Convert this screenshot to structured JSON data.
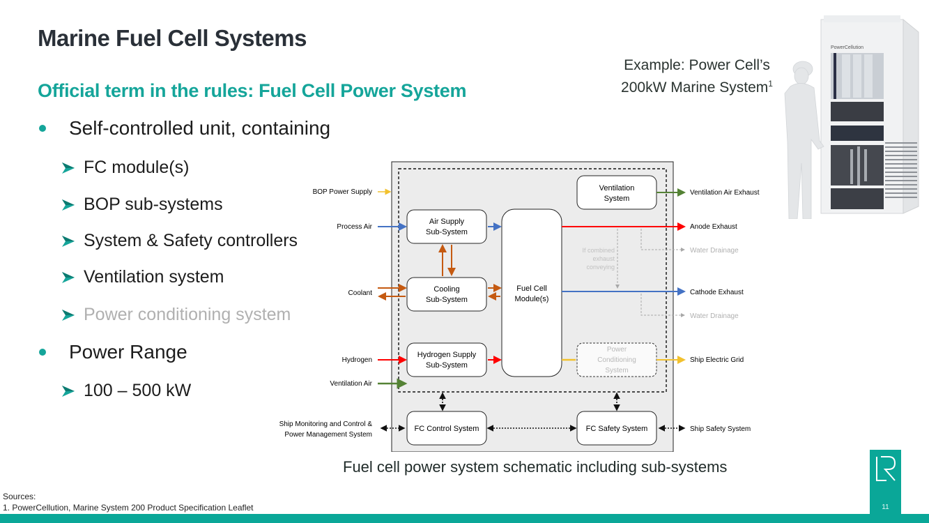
{
  "slide": {
    "title": "Marine Fuel Cell Systems",
    "subtitle": "Official term in the rules: Fuel Cell Power System",
    "accent_color": "#15a59a",
    "bullets": [
      {
        "label": "Self-controlled unit, containing",
        "items": [
          {
            "label": "FC module(s)",
            "muted": false
          },
          {
            "label": "BOP sub-systems",
            "muted": false
          },
          {
            "label": "System & Safety controllers",
            "muted": false
          },
          {
            "label": "Ventilation system",
            "muted": false
          },
          {
            "label": "Power conditioning system",
            "muted": true
          }
        ]
      },
      {
        "label": "Power Range",
        "items": [
          {
            "label": "100 – 500 kW",
            "muted": false
          }
        ]
      }
    ],
    "example": {
      "line1": "Example: Power Cell’s",
      "line2": "200kW Marine System",
      "footnote_ref": "1",
      "product_brand": "PowerCellution"
    },
    "caption": "Fuel cell power system schematic including sub-systems",
    "sources": {
      "heading": "Sources:",
      "items": [
        "1. PowerCellution, Marine System 200 Product Specification Leaflet"
      ]
    },
    "page_number": "11",
    "logo_text": "LR"
  },
  "diagram": {
    "blocks": {
      "ventilation": [
        "Ventilation",
        "System"
      ],
      "air_supply": [
        "Air Supply",
        "Sub-System"
      ],
      "cooling": [
        "Cooling",
        "Sub-System"
      ],
      "fuel_cell": [
        "Fuel Cell",
        "Module(s)"
      ],
      "hydrogen": [
        "Hydrogen Supply",
        "Sub-System"
      ],
      "power_conditioning": [
        "Power",
        "Conditioning",
        "System"
      ],
      "fc_control": [
        "FC Control System"
      ],
      "fc_safety": [
        "FC Safety System"
      ]
    },
    "inputs": {
      "bop_power": "BOP Power Supply",
      "process_air": "Process Air",
      "coolant": "Coolant",
      "hydrogen": "Hydrogen",
      "ventilation_air": "Ventilation Air",
      "ship_monitoring": [
        "Ship Monitoring and Control &",
        "Power Management System"
      ]
    },
    "outputs": {
      "ventilation_exhaust": "Ventilation Air Exhaust",
      "anode_exhaust": "Anode Exhaust",
      "water_drainage_1": "Water Drainage",
      "cathode_exhaust": "Cathode Exhaust",
      "water_drainage_2": "Water Drainage",
      "ship_grid": "Ship Electric Grid",
      "ship_safety": "Ship Safety System"
    },
    "note": [
      "If combined",
      "exhaust",
      "conveying"
    ],
    "colors": {
      "power": "#f2c12e",
      "air": "#4472c4",
      "coolant": "#c55a11",
      "hydrogen": "#ff0000",
      "ventilation": "#548235",
      "muted": "#b8b8b8"
    }
  }
}
